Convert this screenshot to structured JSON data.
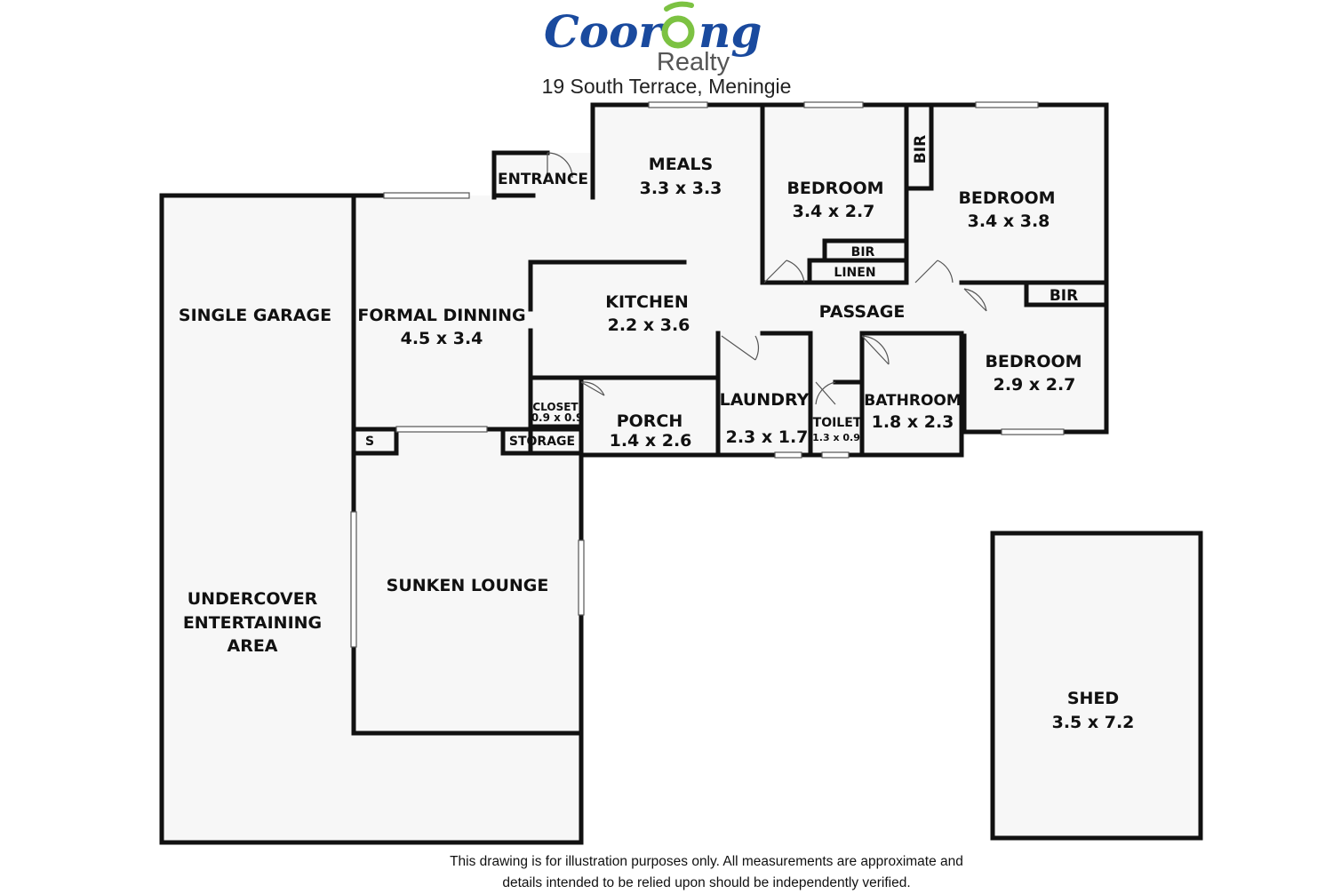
{
  "brand": {
    "name_part1": "Coor",
    "name_part2": "ng",
    "subtitle": "Realty",
    "blue": "#1a4a9e",
    "green": "#7cc242",
    "grey": "#555555"
  },
  "address": "19 South Terrace, Meningie",
  "disclaimer": {
    "line1": "This drawing is for illustration purposes only. All measurements are approximate and",
    "line2": "details intended to be relied upon should be independently verified."
  },
  "rooms": {
    "entrance": "ENTRANCE",
    "meals": {
      "name": "MEALS",
      "size": "3.3 x 3.3"
    },
    "bedroom1": {
      "name": "BEDROOM",
      "size": "3.4 x 2.7"
    },
    "bedroom2": {
      "name": "BEDROOM",
      "size": "3.4 x 3.8"
    },
    "bedroom3": {
      "name": "BEDROOM",
      "size": "2.9 x 2.7"
    },
    "bir1": "BIR",
    "bir2": "BIR",
    "bir3": "BIR",
    "linen": "LINEN",
    "garage": "SINGLE GARAGE",
    "formal_dining": {
      "name": "FORMAL DINNING",
      "size": "4.5 x 3.4"
    },
    "kitchen": {
      "name": "KITCHEN",
      "size": "2.2 x 3.6"
    },
    "passage": "PASSAGE",
    "closet": {
      "name": "CLOSET",
      "size": "0.9 x 0.9"
    },
    "porch": {
      "name": "PORCH",
      "size": "1.4 x 2.6"
    },
    "laundry": {
      "name": "LAUNDRY",
      "size": "2.3 x 1.7"
    },
    "toilet": {
      "name": "TOILET",
      "size": "1.3 x 0.9"
    },
    "bathroom": {
      "name": "BATHROOM",
      "size": "1.8 x 2.3"
    },
    "store_s": "S",
    "storage": "STORAGE",
    "entertaining": {
      "line1": "UNDERCOVER",
      "line2": "ENTERTAINING",
      "line3": "AREA"
    },
    "lounge": "SUNKEN LOUNGE",
    "shed": {
      "name": "SHED",
      "size": "3.5 x 7.2"
    }
  }
}
